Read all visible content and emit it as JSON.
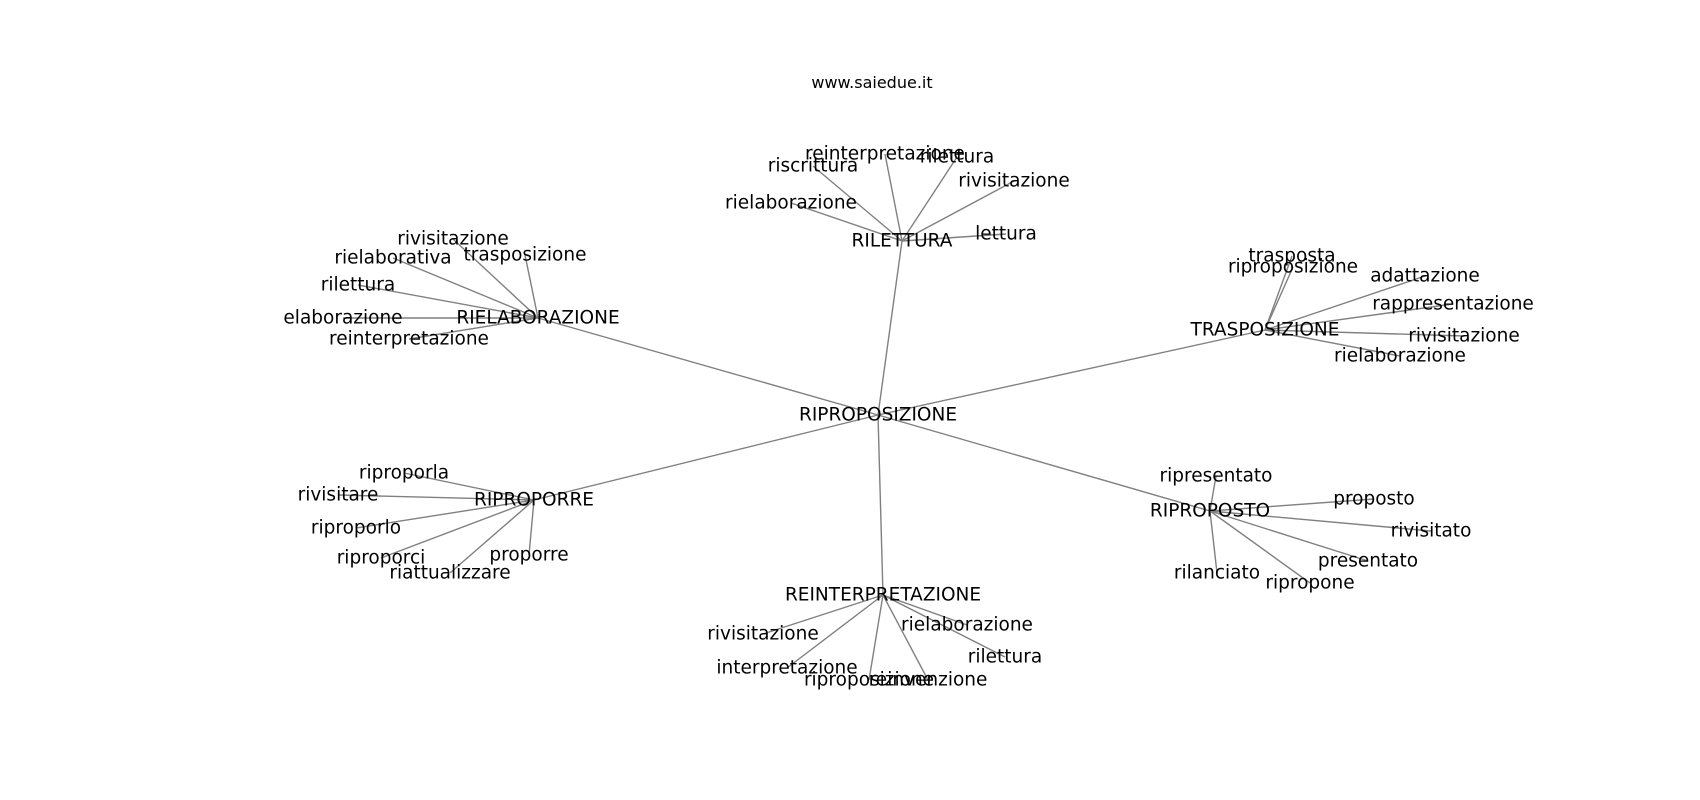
{
  "title": "www.saiedue.it",
  "colors": {
    "edge": "#808080",
    "text": "#000000",
    "background": "#ffffff"
  },
  "graph": {
    "root": {
      "id": "root",
      "label": "RIPROPOSIZIONE"
    },
    "hubs": [
      {
        "id": "rilettura",
        "label": "RILETTURA",
        "leaves": [
          "reinterpretazione",
          "riscrittura",
          "rilettura",
          "rivisitazione",
          "rielaborazione",
          "lettura"
        ]
      },
      {
        "id": "rielaborazione",
        "label": "RIELABORAZIONE",
        "leaves": [
          "rivisitazione",
          "rielaborativa",
          "trasposizione",
          "rilettura",
          "elaborazione",
          "reinterpretazione"
        ]
      },
      {
        "id": "trasposizione",
        "label": "TRASPOSIZIONE",
        "leaves": [
          "trasposta",
          "riproposizione",
          "adattazione",
          "rappresentazione",
          "rivisitazione",
          "rielaborazione"
        ]
      },
      {
        "id": "riproporre",
        "label": "RIPROPORRE",
        "leaves": [
          "riproporla",
          "rivisitare",
          "riproporlo",
          "riproporci",
          "riattualizzare",
          "proporre"
        ]
      },
      {
        "id": "riproposto",
        "label": "RIPROPOSTO",
        "leaves": [
          "ripresentato",
          "proposto",
          "rivisitato",
          "presentato",
          "rilanciato",
          "ripropone"
        ]
      },
      {
        "id": "reinterpretazione",
        "label": "REINTERPRETAZIONE",
        "leaves": [
          "rielaborazione",
          "rivisitazione",
          "rilettura",
          "interpretazione",
          "riproposizione",
          "reinvenzione"
        ]
      }
    ]
  }
}
